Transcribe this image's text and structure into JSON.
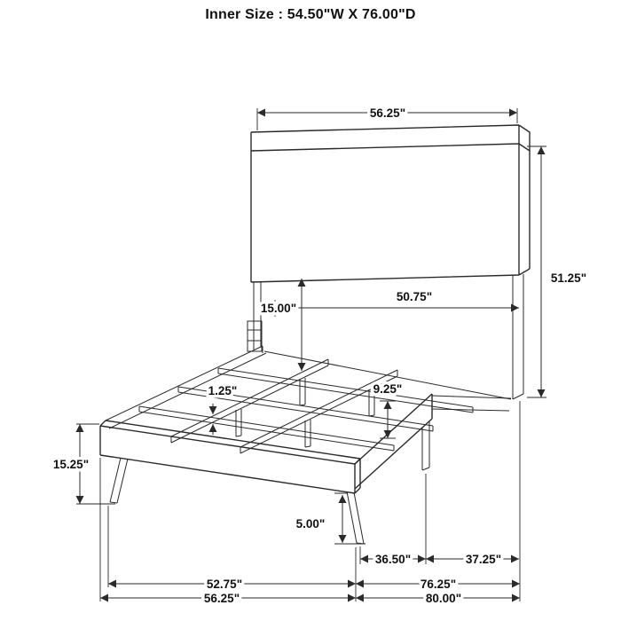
{
  "title": "Inner Size : 54.50\"W X 76.00\"D",
  "dimension_labels": {
    "headboard_width": "56.25\"",
    "headboard_height": "51.25\"",
    "headboard_inner_width": "50.75\"",
    "headboard_bottom_gap": "15.00\"",
    "slat_thickness": "1.25\"",
    "rail_support_height": "9.25\"",
    "footboard_height": "15.25\"",
    "leg_height": "5.00\"",
    "foot_to_center_leg": "36.50\"",
    "center_leg_to_head": "37.25\"",
    "inner_foot_width": "52.75\"",
    "inner_rail_depth": "76.25\"",
    "overall_width": "56.25\"",
    "overall_depth": "80.00\""
  }
}
